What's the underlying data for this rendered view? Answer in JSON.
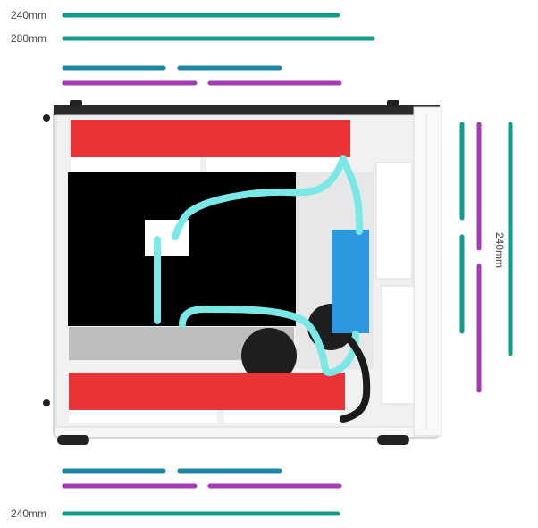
{
  "labels": {
    "top_240": "240mm",
    "top_280": "280mm",
    "bottom_240": "240mm",
    "right_240": "240mm"
  },
  "colors": {
    "teal": "#139c8a",
    "blue": "#1f86a8",
    "magenta": "#a33bb2",
    "red": "#ec3337",
    "light_blue": "#2d97df",
    "cyan_cable": "#79e8e6",
    "panel_gray": "#bdbdbd",
    "black": "#000000",
    "white": "#ffffff"
  }
}
